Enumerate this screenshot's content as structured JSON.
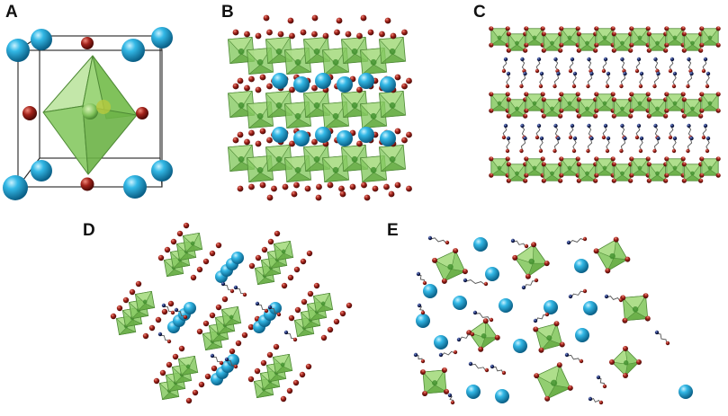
{
  "panels": [
    {
      "id": "A",
      "label": "A"
    },
    {
      "id": "B",
      "label": "B"
    },
    {
      "id": "C",
      "label": "C"
    },
    {
      "id": "D",
      "label": "D"
    },
    {
      "id": "E",
      "label": "E"
    }
  ],
  "colors": {
    "octahedron_fill": "#8fd16a",
    "octahedron_edge": "#4f8a36",
    "halide_atom": "#a3231b",
    "cation_atom": "#1aa7d8",
    "organic_dark_atom": "#1d2c6b",
    "cell_edge": "#222222"
  },
  "atom_types": [
    "cation-sphere",
    "halide-sphere",
    "octahedron",
    "organic-chain"
  ]
}
